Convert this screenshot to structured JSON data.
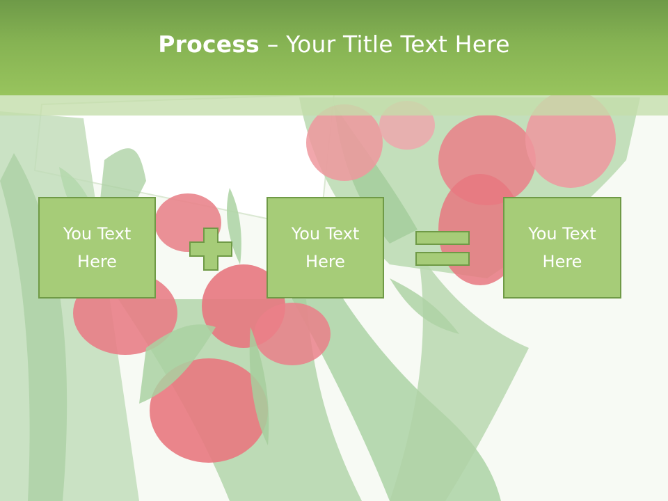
{
  "slide": {
    "title_bold": "Process",
    "title_rest": " – Your Title Text Here"
  },
  "process": {
    "boxes": [
      {
        "label_line1": "You Text",
        "label_line2": "Here"
      },
      {
        "label_line1": "You Text",
        "label_line2": "Here"
      },
      {
        "label_line1": "You Text",
        "label_line2": "Here"
      }
    ],
    "operators": [
      "plus-icon",
      "equals-icon"
    ]
  },
  "colors": {
    "title_bar": "#86b353",
    "box_fill": "#a6cc78",
    "box_border": "#6f9a46",
    "text": "#ffffff",
    "tulip": "#e96f78",
    "leaf": "#8fbf84"
  }
}
